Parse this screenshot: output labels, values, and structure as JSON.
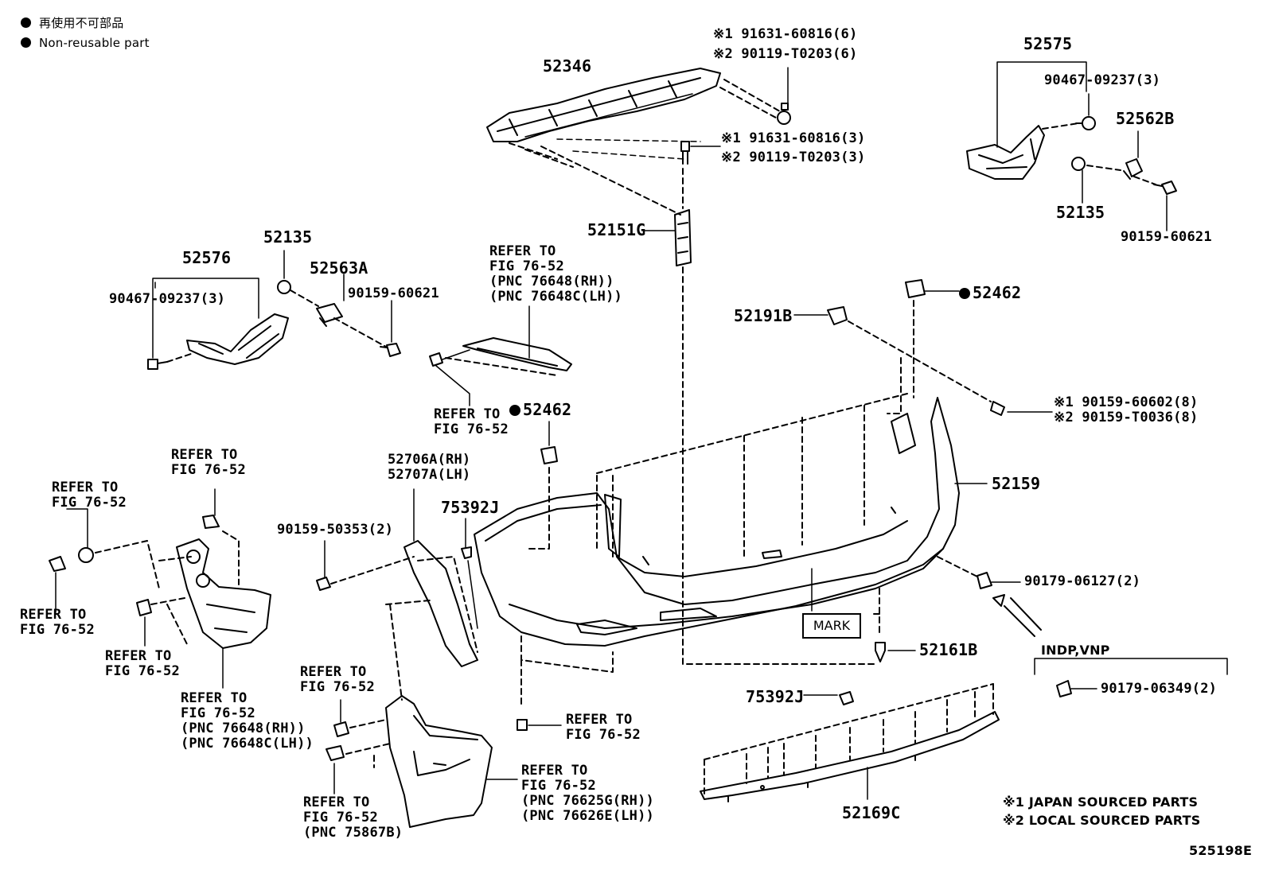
{
  "legend": {
    "non_reusable_jp": "再使用不可部品",
    "non_reusable_en": "Non-reusable part"
  },
  "labels": {
    "p52346": "52346",
    "fast_6_j": "※1 91631-60816(6)",
    "fast_6_l": "※2 90119-T0203(6)",
    "fast_3_j": "※1 91631-60816(3)",
    "fast_3_l": "※2 90119-T0203(3)",
    "p52575": "52575",
    "p90467_r": "90467-09237(3)",
    "p52562b": "52562B",
    "p52135_r": "52135",
    "p90159_60621_r": "90159-60621",
    "p52151g": "52151G",
    "p52135_l": "52135",
    "p52576": "52576",
    "p52563a": "52563A",
    "p90467_l": "90467-09237(3)",
    "p90159_60621_l": "90159-60621",
    "ref_top": "REFER TO\nFIG 76-52\n(PNC 76648(RH))\n(PNC 76648C(LH))",
    "ref_clip": "REFER TO\nFIG 76-52",
    "p52462_top": "52462",
    "p52191b": "52191B",
    "p52462_mid": "52462",
    "fast_8_j": "※1 90159-60602(8)",
    "fast_8_l": "※2 90159-T0036(8)",
    "ref_a": "REFER TO\nFIG 76-52",
    "p52706a": "52706A(RH)\n52707A(LH)",
    "ref_b": "REFER TO\nFIG 76-52",
    "p75392j_a": "75392J",
    "p90159_50353": "90159-50353(2)",
    "p52159": "52159",
    "p90179_06127": "90179-06127(2)",
    "ref_c": "REFER TO\nFIG 76-52",
    "ref_d": "REFER TO\nFIG 76-52",
    "ref_e": "REFER TO\nFIG 76-52\n(PNC 76648(RH))\n(PNC 76648C(LH))",
    "mark": "MARK",
    "p52161b": "52161B",
    "indp": "INDP,VNP",
    "p90179_06349": "90179-06349(2)",
    "ref_f": "REFER TO\nFIG 76-52",
    "ref_g": "REFER TO\nFIG 76-52",
    "p75392j_b": "75392J",
    "ref_h": "REFER TO\nFIG 76-52\n(PNC 76625G(RH))\n(PNC 76626E(LH))",
    "ref_i": "REFER TO\nFIG 76-52\n(PNC 75867B)",
    "p52169c": "52169C",
    "note1": "※1 JAPAN SOURCED PARTS",
    "note2": "※2 LOCAL SOURCED PARTS",
    "fig_id": "525198E"
  }
}
